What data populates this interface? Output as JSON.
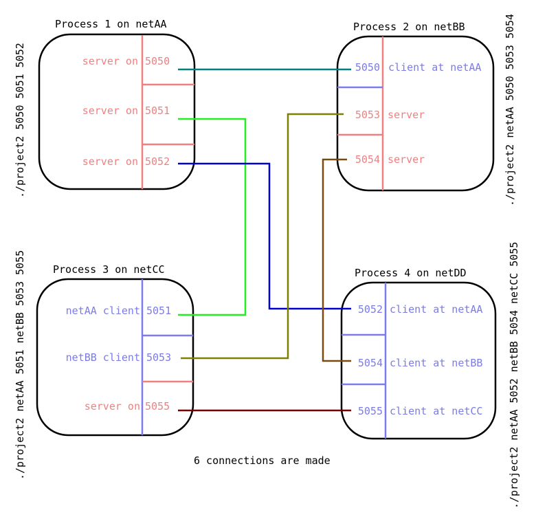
{
  "colors": {
    "server": "#f08080",
    "client": "#7b7bea",
    "outline": "#000000",
    "wire_5050": "#008080",
    "wire_5051": "#22ee22",
    "wire_5052": "#0000cc",
    "wire_5053": "#808000",
    "wire_5054": "#7a4a10",
    "wire_5055": "#700000"
  },
  "process1": {
    "title": "Process 1 on netAA",
    "command": "./project2 5050 5051 5052",
    "rows": [
      {
        "label": "server on",
        "port": "5050"
      },
      {
        "label": "server on",
        "port": "5051"
      },
      {
        "label": "server on",
        "port": "5052"
      }
    ]
  },
  "process2": {
    "title": "Process 2 on netBB",
    "command": "./project2 netAA 5050 5053 5054",
    "rows": [
      {
        "port": "5050",
        "label": "client at netAA"
      },
      {
        "port": "5053",
        "label": "server"
      },
      {
        "port": "5054",
        "label": "server"
      }
    ]
  },
  "process3": {
    "title": "Process 3 on netCC",
    "command": "./project2 netAA 5051 netBB 5053 5055",
    "rows": [
      {
        "label": "netAA client",
        "port": "5051"
      },
      {
        "label": "netBB client",
        "port": "5053"
      },
      {
        "label": "server on",
        "port": "5055"
      }
    ]
  },
  "process4": {
    "title": "Process 4 on netDD",
    "command": "./project2 netAA 5052 netBB 5054 netCC 5055",
    "rows": [
      {
        "port": "5052",
        "label": "client at netAA"
      },
      {
        "port": "5054",
        "label": "client at netBB"
      },
      {
        "port": "5055",
        "label": "client at netCC"
      }
    ]
  },
  "caption": "6 connections are made"
}
